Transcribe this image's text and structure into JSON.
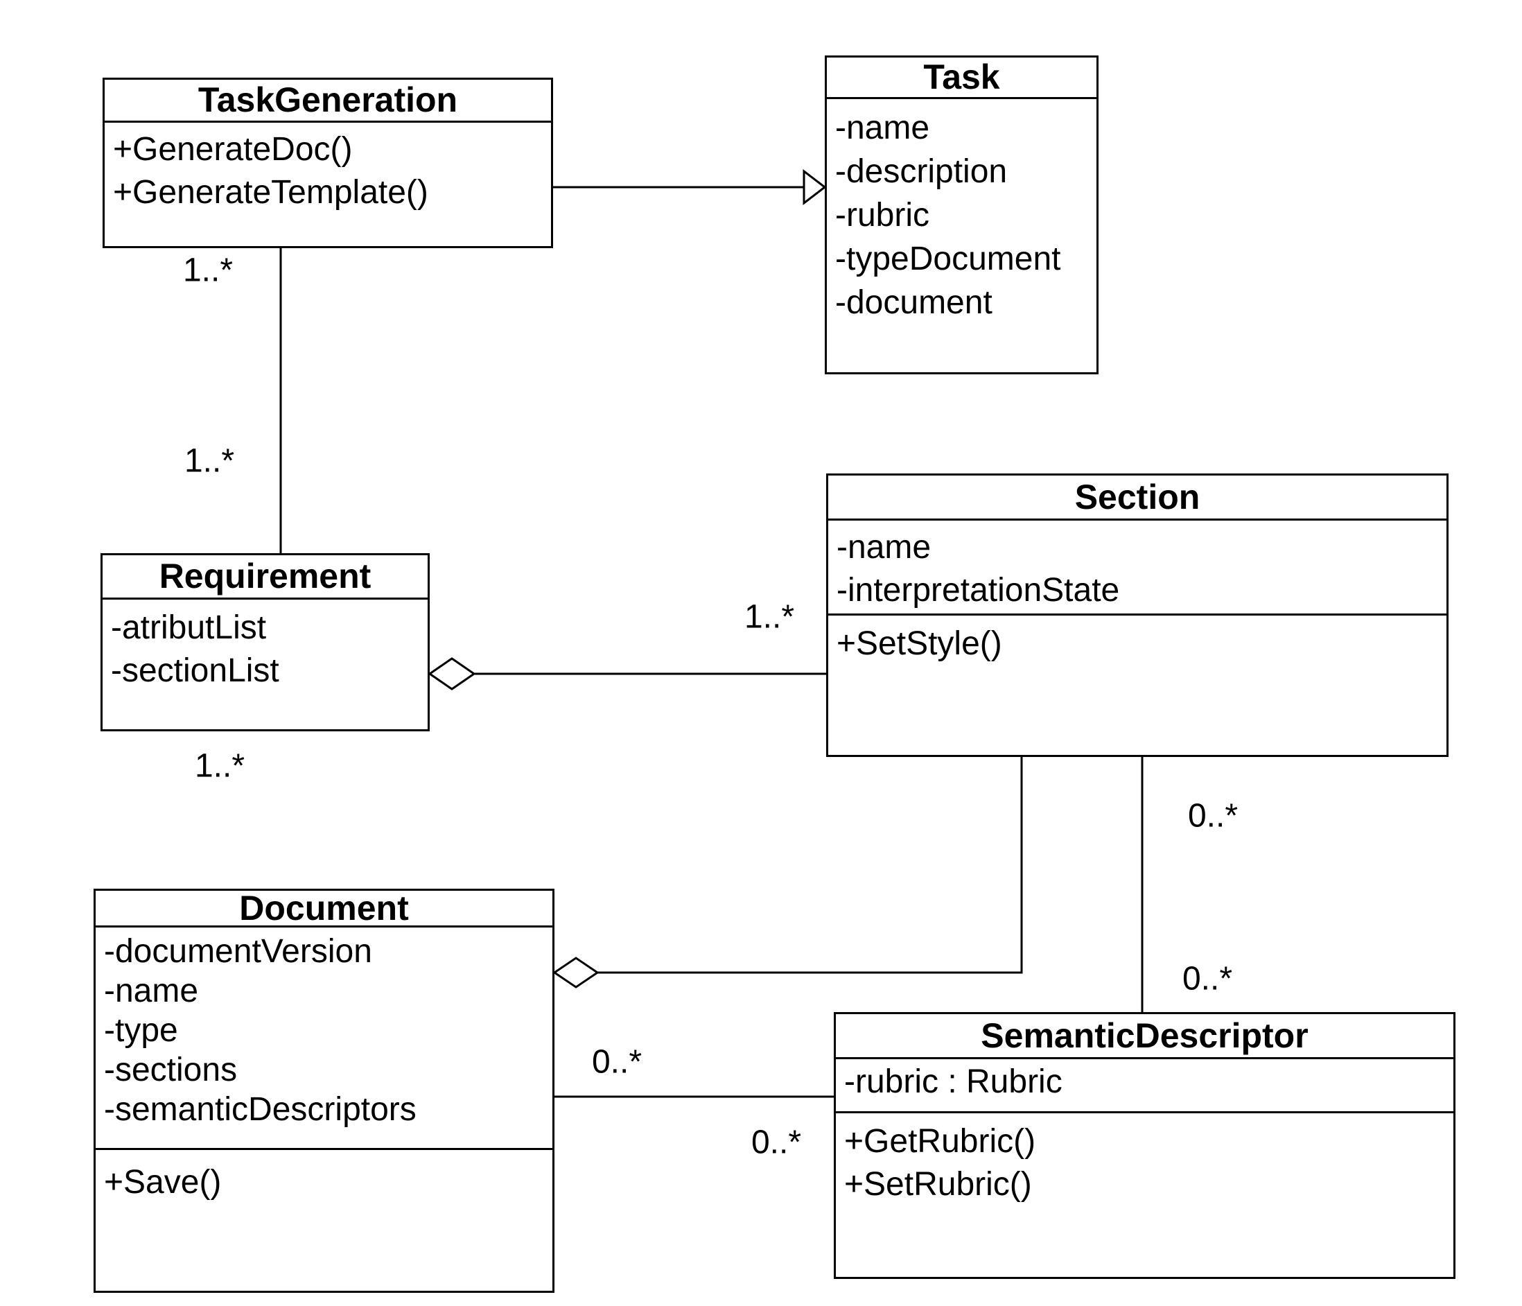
{
  "colors": {
    "line": "#000000",
    "text": "#000000",
    "background": "#ffffff"
  },
  "diagram": {
    "type": "uml-class-diagram",
    "classes": [
      {
        "name": "TaskGeneration",
        "attributes": [],
        "methods": [
          "+GenerateDoc()",
          "+GenerateTemplate()"
        ]
      },
      {
        "name": "Task",
        "attributes": [
          "-name",
          "-description",
          "-rubric",
          "-typeDocument",
          "-document"
        ],
        "methods": []
      },
      {
        "name": "Requirement",
        "attributes": [
          "-atributList",
          "-sectionList"
        ],
        "methods": []
      },
      {
        "name": "Section",
        "attributes": [
          "-name",
          "-interpretationState"
        ],
        "methods": [
          "+SetStyle()"
        ]
      },
      {
        "name": "Document",
        "attributes": [
          "-documentVersion",
          "-name",
          "-type",
          "-sections",
          "-semanticDescriptors"
        ],
        "methods": [
          "+Save()"
        ]
      },
      {
        "name": "SemanticDescriptor",
        "attributes": [
          "-rubric : Rubric"
        ],
        "methods": [
          "+GetRubric()",
          "+SetRubric()"
        ]
      }
    ],
    "relationships": [
      {
        "from": "TaskGeneration",
        "to": "Task",
        "type": "realization"
      },
      {
        "from": "TaskGeneration",
        "to": "Requirement",
        "type": "association",
        "from_multiplicity": "1..*",
        "to_multiplicity": "1..*"
      },
      {
        "from": "Requirement",
        "to": "Section",
        "type": "aggregation",
        "to_multiplicity": "1..*",
        "from_multiplicity": "1..*"
      },
      {
        "from": "Document",
        "to": "Section",
        "type": "aggregation"
      },
      {
        "from": "Section",
        "to": "SemanticDescriptor",
        "type": "association",
        "from_multiplicity": "0..*",
        "to_multiplicity": "0..*"
      },
      {
        "from": "Document",
        "to": "SemanticDescriptor",
        "type": "association",
        "from_multiplicity": "0..*",
        "to_multiplicity": "0..*"
      }
    ],
    "multiplicities": [
      {
        "id": "taskgeneration-end",
        "text": "1..*"
      },
      {
        "id": "requirement-end-top",
        "text": "1..*"
      },
      {
        "id": "section-end-left",
        "text": "1..*"
      },
      {
        "id": "requirement-bottom",
        "text": "1..*"
      },
      {
        "id": "section-semantic-upper",
        "text": "0..*"
      },
      {
        "id": "section-semantic-lower",
        "text": "0..*"
      },
      {
        "id": "document-end",
        "text": "0..*"
      },
      {
        "id": "semantic-end",
        "text": "0..*"
      }
    ]
  }
}
